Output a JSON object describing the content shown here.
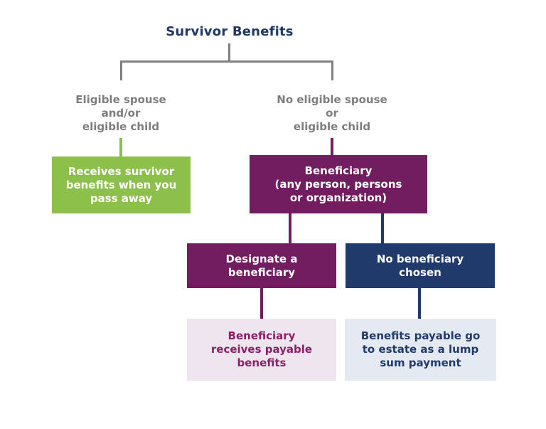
{
  "diagram": {
    "title": "Survivor Benefits",
    "branches": {
      "left": {
        "condition": "Eligible spouse\nand/or\neligible child",
        "outcome": "Receives survivor\nbenefits when you\npass away"
      },
      "right": {
        "condition": "No eligible spouse\nor\neligible child",
        "beneficiary": "Beneficiary\n(any person, persons\nor organization)",
        "children": {
          "designate": {
            "label": "Designate a\nbeneficiary",
            "result": "Beneficiary\nreceives payable\nbenefits"
          },
          "no_beneficiary": {
            "label": "No beneficiary\nchosen",
            "result": "Benefits payable go\nto estate as a lump\nsum payment"
          }
        }
      }
    },
    "colors": {
      "title_navy": "#1f3864",
      "navy": "#203a6c",
      "purple": "#721d60",
      "purple_text_light_box": "#8a2067",
      "green": "#8dc04b",
      "lavender_bg": "#efe5ee",
      "light_blue_bg": "#e5e9f1",
      "gray_line": "#808080",
      "gray_text": "#7d7d7d",
      "box_text_white": "#ffffff",
      "background": "#ffffff"
    }
  }
}
